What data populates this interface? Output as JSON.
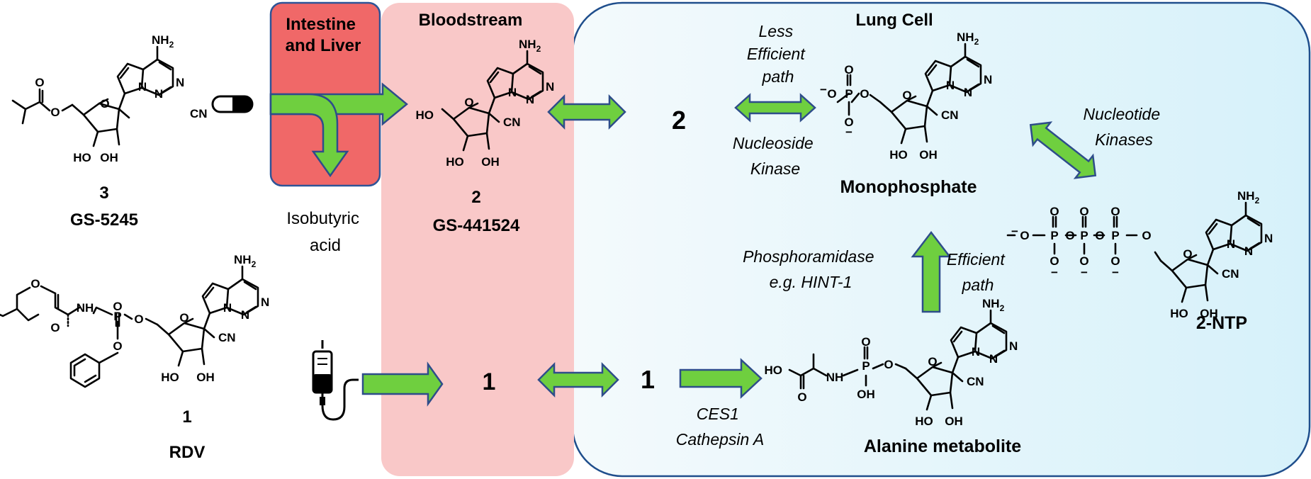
{
  "regions": {
    "intestine": "Intestine\nand Liver",
    "bloodstream": "Bloodstream",
    "lung_cell": "Lung Cell"
  },
  "compounds": {
    "gs5245_number": "3",
    "gs5245_name": "GS-5245",
    "parent_number": "2",
    "parent_name": "GS-441524",
    "rdv_number": "1",
    "rdv_name": "RDV",
    "monophosphate": "Monophosphate",
    "alanine_metabolite": "Alanine metabolite",
    "ntp": "2-NTP"
  },
  "labels": {
    "isobutyric_acid": "Isobutyric\nacid",
    "blood_rdv": "1",
    "lung_parent": "2",
    "lung_rdv": "1",
    "less_efficient": "Less\nEfficient\npath",
    "nucleoside_kinase": "Nucleoside\nKinase",
    "nucleotide_kinases": "Nucleotide\nKinases",
    "phosphoramidase": "Phosphoramidase\ne.g. HINT-1",
    "efficient_path": "Efficient\npath",
    "ces1": "CES1\nCathepsin A"
  },
  "atoms": {
    "nh2": "NH",
    "nh2_sub": "2",
    "n": "N",
    "o": "O",
    "cn": "CN",
    "ho": "HO",
    "oh": "OH",
    "p": "P",
    "nh": "NH",
    "minus": "−"
  },
  "colors": {
    "intestine_fill": "#f06868",
    "intestine_stroke": "#2e5497",
    "bloodstream_fill": "#f9c8c8",
    "lung_stroke": "#1f4e8c",
    "lung_fill_left": "#f4fafc",
    "lung_fill_right": "#d6f1fa",
    "arrow_fill": "#6fcf3f",
    "arrow_stroke": "#2e4d8a"
  },
  "icons": [
    "capsule-icon",
    "iv-bag-icon"
  ]
}
